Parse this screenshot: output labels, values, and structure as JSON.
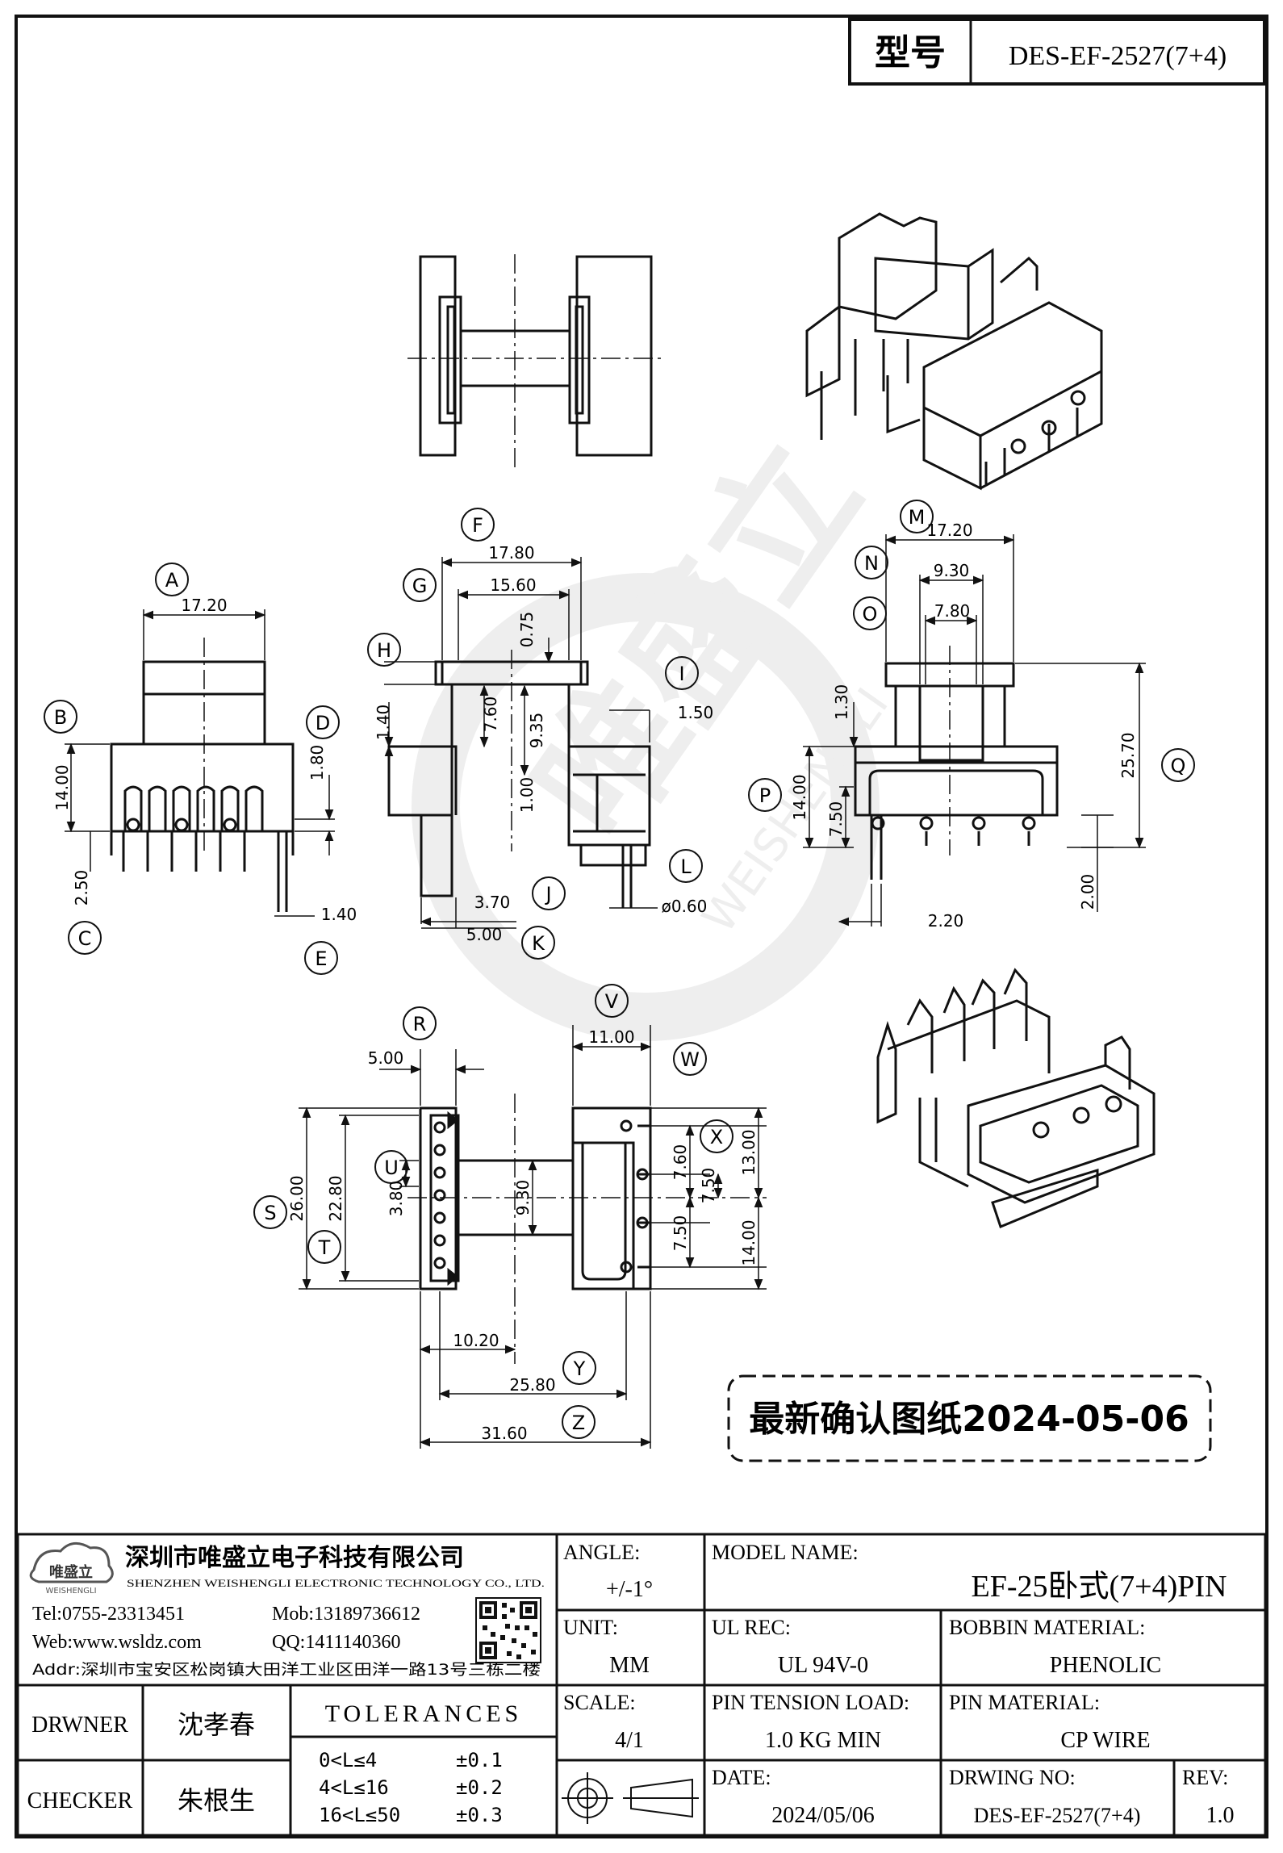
{
  "model_header": {
    "label": "型号",
    "value": "DES-EF-2527(7+4)"
  },
  "watermark": {
    "brand": "唯盛立",
    "pinyin": "WEISHENGLI"
  },
  "confirm_note": "最新确认图纸2024-05-06",
  "views": {
    "front": {
      "letters": [
        "A",
        "B",
        "C",
        "D",
        "E"
      ],
      "dims": [
        "17.20",
        "14.00",
        "1.80",
        "2.50",
        "1.40"
      ]
    },
    "side": {
      "letters": [
        "F",
        "G",
        "H",
        "I",
        "J",
        "K",
        "L"
      ],
      "dims": [
        "17.80",
        "15.60",
        "0.75",
        "1.40",
        "7.60",
        "9.35",
        "1.00",
        "1.50",
        "3.70",
        "5.00",
        "ø0.60"
      ]
    },
    "right": {
      "letters": [
        "M",
        "N",
        "O",
        "P",
        "Q"
      ],
      "dims": [
        "17.20",
        "9.30",
        "7.80",
        "1.30",
        "25.70",
        "14.00",
        "7.50",
        "2.20",
        "2.00"
      ]
    },
    "bottom": {
      "letters": [
        "R",
        "S",
        "T",
        "U",
        "V",
        "W",
        "X",
        "Y",
        "Z"
      ],
      "dims": [
        "5.00",
        "26.00",
        "22.80",
        "3.80",
        "9.30",
        "10.20",
        "11.00",
        "7.60",
        "7.50",
        "13.00",
        "7.50",
        "14.00",
        "25.80",
        "31.60"
      ]
    }
  },
  "title_block": {
    "company": {
      "logo_text": "唯盛立",
      "logo_sub": "WEISHENGLI",
      "name_cn": "深圳市唯盛立电子科技有限公司",
      "name_en": "SHENZHEN WEISHENGLI ELECTRONIC TECHNOLOGY CO., LTD.",
      "tel": "Tel:0755-23313451",
      "mob": "Mob:13189736612",
      "web": "Web:www.wsldz.com",
      "qq": "QQ:1411140360",
      "addr": "Addr:深圳市宝安区松岗镇大田洋工业区田洋一路13号三栋二楼"
    },
    "drawer_label": "DRWNER",
    "drawer": "沈孝春",
    "checker_label": "CHECKER",
    "checker": "朱根生",
    "tolerances": {
      "title": "TOLERANCES",
      "rows": [
        {
          "range": "0<L≤4",
          "tol": "±0.1"
        },
        {
          "range": "4<L≤16",
          "tol": "±0.2"
        },
        {
          "range": "16<L≤50",
          "tol": "±0.3"
        }
      ]
    },
    "angle_label": "ANGLE:",
    "angle": "+/-1°",
    "unit_label": "UNIT:",
    "unit": "MM",
    "scale_label": "SCALE:",
    "scale": "4/1",
    "model_name_label": "MODEL NAME:",
    "model_name": "EF-25卧式(7+4)PIN",
    "ul_rec_label": "UL REC:",
    "ul_rec": "UL 94V-0",
    "bobbin_material_label": "BOBBIN MATERIAL:",
    "bobbin_material": "PHENOLIC",
    "pin_tension_label": "PIN TENSION LOAD:",
    "pin_tension": "1.0 KG MIN",
    "pin_material_label": "PIN MATERIAL:",
    "pin_material": "CP WIRE",
    "date_label": "DATE:",
    "date": "2024/05/06",
    "drawing_no_label": "DRWING NO:",
    "drawing_no": "DES-EF-2527(7+4)",
    "rev_label": "REV:",
    "rev": "1.0"
  }
}
